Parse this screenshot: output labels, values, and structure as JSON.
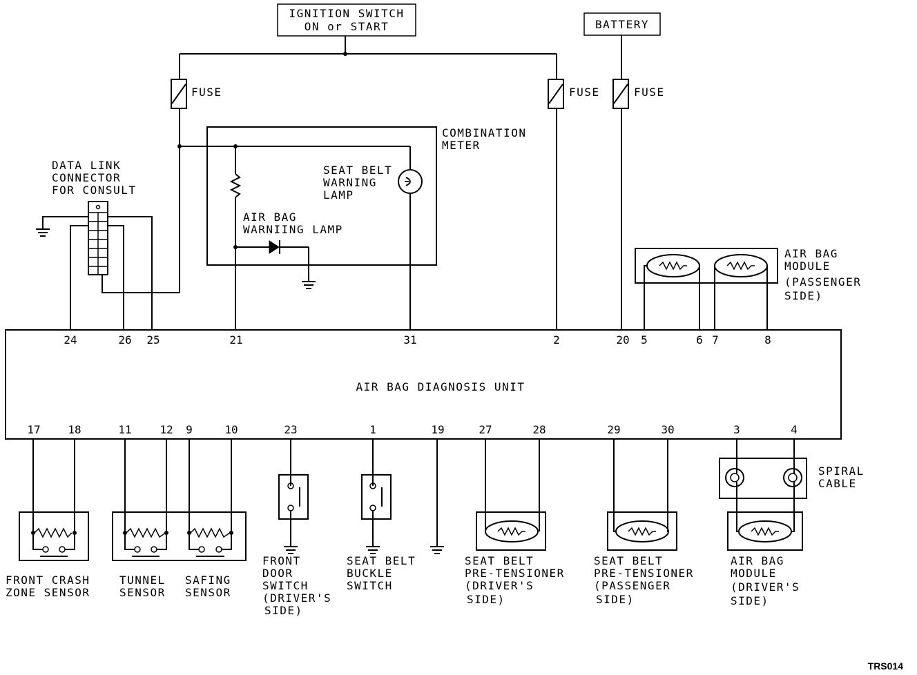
{
  "labels": {
    "ignition_l1": "IGNITION SWITCH",
    "ignition_l2": "ON or START",
    "battery": "BATTERY",
    "fuse": "FUSE",
    "combo_l1": "COMBINATION",
    "combo_l2": "METER",
    "seatbelt_lamp_l1": "SEAT BELT",
    "seatbelt_lamp_l2": "WARNING",
    "seatbelt_lamp_l3": "LAMP",
    "airbag_lamp_l1": "AIR BAG",
    "airbag_lamp_l2": "WARNIING LAMP",
    "dlc_l1": "DATA LINK",
    "dlc_l2": "CONNECTOR",
    "dlc_l3": "FOR CONSULT",
    "pass_module_l1": "AIR BAG",
    "pass_module_l2": "MODULE",
    "pass_module_l3": "(PASSENGER",
    "pass_module_l4": "SIDE)",
    "unit": "AIR BAG DIAGNOSIS UNIT",
    "spiral_l1": "SPIRAL",
    "spiral_l2": "CABLE",
    "front_crash_l1": "FRONT CRASH",
    "front_crash_l2": "ZONE SENSOR",
    "tunnel_l1": "TUNNEL",
    "tunnel_l2": "SENSOR",
    "safing_l1": "SAFING",
    "safing_l2": "SENSOR",
    "door_l1": "FRONT",
    "door_l2": "DOOR",
    "door_l3": "SWITCH",
    "door_l4": "(DRIVER'S",
    "door_l5": "SIDE)",
    "buckle_l1": "SEAT BELT",
    "buckle_l2": "BUCKLE",
    "buckle_l3": "SWITCH",
    "pt_drv_l1": "SEAT BELT",
    "pt_drv_l2": "PRE-TENSIONER",
    "pt_drv_l3": "(DRIVER'S",
    "pt_drv_l4": "SIDE)",
    "pt_pass_l1": "SEAT BELT",
    "pt_pass_l2": "PRE-TENSIONER",
    "pt_pass_l3": "(PASSENGER",
    "pt_pass_l4": "SIDE)",
    "drv_module_l1": "AIR BAG",
    "drv_module_l2": "MODULE",
    "drv_module_l3": "(DRIVER'S",
    "drv_module_l4": "SIDE)",
    "ref_code": "TRS014"
  },
  "pins_top": [
    "24",
    "26",
    "25",
    "21",
    "31",
    "2",
    "20",
    "5",
    "6",
    "7",
    "8"
  ],
  "pins_bottom": [
    "17",
    "18",
    "11",
    "12",
    "9",
    "10",
    "23",
    "1",
    "19",
    "27",
    "28",
    "29",
    "30",
    "3",
    "4"
  ]
}
